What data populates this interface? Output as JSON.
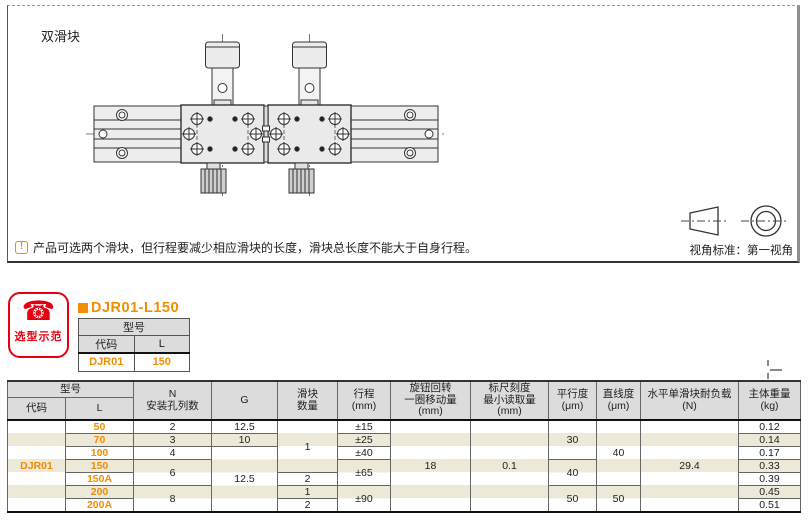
{
  "colors": {
    "accent_orange": "#f18d00",
    "badge_red": "#e60012",
    "row_stripe": "#ece9d8",
    "header_fill": "#dcdcdc"
  },
  "panel": {
    "label": "双滑块",
    "note_icon": "!",
    "note": "产品可选两个滑块，但行程要减少相应滑块的长度，滑块总长度不能大于自身行程。",
    "projection_label": "视角标准：第一视角"
  },
  "selection": {
    "badge_label": "选型示范",
    "badge_icon": "☎",
    "heading": "DJR01-L150",
    "table": {
      "model_header": "型号",
      "code_header": "代码",
      "l_header": "L",
      "code_value": "DJR01",
      "l_value": "150"
    }
  },
  "spec_table": {
    "headers": {
      "model_group": "型号",
      "code": "代码",
      "l": "L",
      "n": "N\n安装孔列数",
      "g": "G",
      "qty": "滑块\n数量",
      "stroke": "行程\n(mm)",
      "knob": "旋钮回转\n一圈移动量\n(mm)",
      "scale": "标尺刻度\n最小读取量\n(mm)",
      "parallel": "平行度\n(μm)",
      "straight": "直线度\n(μm)",
      "load": "水平单滑块耐负载\n(N)",
      "weight": "主体重量\n(kg)"
    },
    "rows": [
      {
        "code": "DJR01",
        "L": "50",
        "N": "2",
        "G": "12.5",
        "qty": "1",
        "stroke": "±15",
        "knob": "18",
        "scale": "0.1",
        "parallel": "30",
        "straight": "40",
        "load": "29.4",
        "weight": "0.12"
      },
      {
        "L": "70",
        "N": "3",
        "G": "10",
        "stroke": "±25",
        "weight": "0.14"
      },
      {
        "L": "100",
        "N": "4",
        "G": "12.5",
        "stroke": "±40",
        "weight": "0.17"
      },
      {
        "L": "150",
        "N": "6",
        "stroke": "±65",
        "parallel": "40",
        "weight": "0.33"
      },
      {
        "L": "150A",
        "qty": "2",
        "weight": "0.39"
      },
      {
        "L": "200",
        "N": "8",
        "qty": "1",
        "stroke": "±90",
        "parallel": "50",
        "straight": "50",
        "weight": "0.45"
      },
      {
        "L": "200A",
        "qty": "2",
        "weight": "0.51"
      }
    ]
  }
}
